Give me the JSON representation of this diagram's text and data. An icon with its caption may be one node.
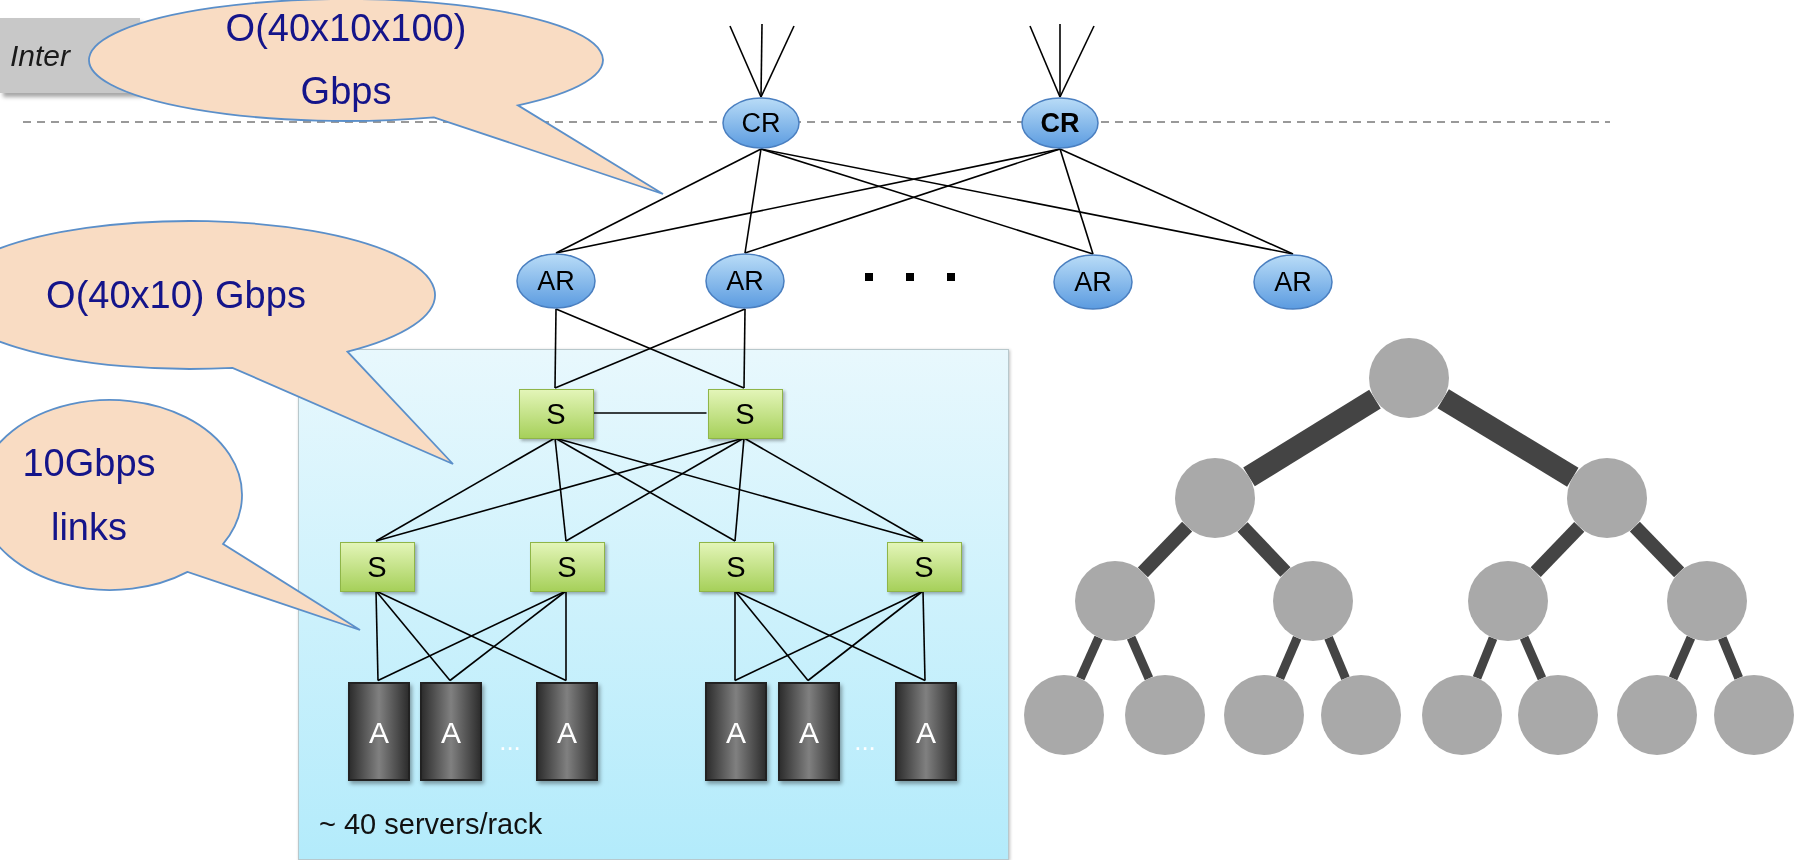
{
  "diagram": {
    "nodes": [
      {
        "text": [
          "Inter"
        ]
      },
      {
        "text": [
          "O(40x10x100) Gbps"
        ]
      },
      {
        "text": [
          "CR"
        ]
      },
      {
        "text": [
          "CR"
        ]
      },
      {
        "text": [
          "O(40x10) Gbps"
        ]
      },
      {
        "text": [
          "AR"
        ]
      },
      {
        "text": [
          "AR"
        ]
      },
      {
        "text": [
          "AR"
        ]
      },
      {
        "text": [
          "AR"
        ]
      },
      {
        "text": [
          "~ 40 servers/rack"
        ]
      },
      {
        "text": [
          "S"
        ],
        "in": 9
      },
      {
        "text": [
          "S"
        ],
        "in": 9
      },
      {
        "text": [
          "10Gbps links"
        ]
      },
      {
        "text": [
          "S"
        ],
        "in": 9
      },
      {
        "text": [
          "S"
        ],
        "in": 9
      },
      {
        "text": [
          "S"
        ],
        "in": 9
      },
      {
        "text": [
          "S"
        ],
        "in": 9
      },
      {
        "text": [
          "A"
        ],
        "in": 9
      },
      {
        "text": [
          "A"
        ],
        "in": 9
      },
      {
        "text": [
          "A"
        ],
        "in": 9
      },
      {
        "text": [
          "A"
        ],
        "in": 9
      },
      {
        "text": [
          "A"
        ],
        "in": 9
      },
      {
        "text": [
          "A"
        ],
        "in": 9
      },
      {
        "text": [],
        "shape": "circle"
      },
      {
        "text": [],
        "shape": "circle"
      },
      {
        "text": [],
        "shape": "circle"
      },
      {
        "text": [],
        "shape": "circle"
      },
      {
        "text": [],
        "shape": "circle"
      },
      {
        "text": [],
        "shape": "circle"
      },
      {
        "text": [],
        "shape": "circle"
      },
      {
        "text": [],
        "shape": "circle"
      },
      {
        "text": [],
        "shape": "circle"
      },
      {
        "text": [],
        "shape": "circle"
      },
      {
        "text": [],
        "shape": "circle"
      },
      {
        "text": [],
        "shape": "circle"
      },
      {
        "text": [],
        "shape": "circle"
      },
      {
        "text": [],
        "shape": "circle"
      },
      {
        "text": [],
        "shape": "circle"
      }
    ],
    "edges": [
      {
        "from": null,
        "to": 2,
        "arrow": "none"
      },
      {
        "from": null,
        "to": 2,
        "arrow": "none"
      },
      {
        "from": null,
        "to": 2,
        "arrow": "none"
      },
      {
        "from": null,
        "to": 3,
        "arrow": "none"
      },
      {
        "from": null,
        "to": 3,
        "arrow": "none"
      },
      {
        "from": null,
        "to": 3,
        "arrow": "none"
      },
      {
        "from": 2,
        "to": 5,
        "arrow": "none"
      },
      {
        "from": 2,
        "to": 6,
        "arrow": "none"
      },
      {
        "from": 2,
        "to": 7,
        "arrow": "none"
      },
      {
        "from": 2,
        "to": 8,
        "arrow": "none"
      },
      {
        "from": 3,
        "to": 5,
        "arrow": "none"
      },
      {
        "from": 3,
        "to": 6,
        "arrow": "none"
      },
      {
        "from": 3,
        "to": 7,
        "arrow": "none"
      },
      {
        "from": 3,
        "to": 8,
        "arrow": "none"
      },
      {
        "from": 5,
        "to": 10,
        "arrow": "none"
      },
      {
        "from": 5,
        "to": 11,
        "arrow": "none"
      },
      {
        "from": 6,
        "to": 10,
        "arrow": "none"
      },
      {
        "from": 6,
        "to": 11,
        "arrow": "none"
      },
      {
        "from": 10,
        "to": 11,
        "arrow": "none"
      },
      {
        "from": 10,
        "to": 13,
        "arrow": "none"
      },
      {
        "from": 10,
        "to": 14,
        "arrow": "none"
      },
      {
        "from": 10,
        "to": 15,
        "arrow": "none"
      },
      {
        "from": 10,
        "to": 16,
        "arrow": "none"
      },
      {
        "from": 11,
        "to": 13,
        "arrow": "none"
      },
      {
        "from": 11,
        "to": 14,
        "arrow": "none"
      },
      {
        "from": 11,
        "to": 15,
        "arrow": "none"
      },
      {
        "from": 11,
        "to": 16,
        "arrow": "none"
      },
      {
        "from": 13,
        "to": 17,
        "arrow": "none"
      },
      {
        "from": 13,
        "to": 18,
        "arrow": "none"
      },
      {
        "from": 13,
        "to": 19,
        "arrow": "none"
      },
      {
        "from": 14,
        "to": 17,
        "arrow": "none"
      },
      {
        "from": 14,
        "to": 18,
        "arrow": "none"
      },
      {
        "from": 14,
        "to": 19,
        "arrow": "none"
      },
      {
        "from": 15,
        "to": 20,
        "arrow": "none"
      },
      {
        "from": 15,
        "to": 21,
        "arrow": "none"
      },
      {
        "from": 15,
        "to": 22,
        "arrow": "none"
      },
      {
        "from": 16,
        "to": 20,
        "arrow": "none"
      },
      {
        "from": 16,
        "to": 21,
        "arrow": "none"
      },
      {
        "from": 16,
        "to": 22,
        "arrow": "none"
      },
      {
        "from": 23,
        "to": 24,
        "arrow": "none",
        "style": "thick",
        "color": "#444444"
      },
      {
        "from": 23,
        "to": 25,
        "arrow": "none",
        "style": "thick",
        "color": "#444444"
      },
      {
        "from": 24,
        "to": 26,
        "arrow": "none",
        "style": "thick",
        "color": "#444444"
      },
      {
        "from": 24,
        "to": 27,
        "arrow": "none",
        "style": "thick",
        "color": "#444444"
      },
      {
        "from": 25,
        "to": 28,
        "arrow": "none",
        "style": "thick",
        "color": "#444444"
      },
      {
        "from": 25,
        "to": 29,
        "arrow": "none",
        "style": "thick",
        "color": "#444444"
      },
      {
        "from": 26,
        "to": 30,
        "arrow": "none",
        "style": "thick",
        "color": "#444444"
      },
      {
        "from": 26,
        "to": 31,
        "arrow": "none",
        "style": "thick",
        "color": "#444444"
      },
      {
        "from": 27,
        "to": 32,
        "arrow": "none",
        "style": "thick",
        "color": "#444444"
      },
      {
        "from": 27,
        "to": 33,
        "arrow": "none",
        "style": "thick",
        "color": "#444444"
      },
      {
        "from": 28,
        "to": 34,
        "arrow": "none",
        "style": "thick",
        "color": "#444444"
      },
      {
        "from": 28,
        "to": 35,
        "arrow": "none",
        "style": "thick",
        "color": "#444444"
      },
      {
        "from": 29,
        "to": 36,
        "arrow": "none",
        "style": "thick",
        "color": "#444444"
      },
      {
        "from": 29,
        "to": 37,
        "arrow": "none",
        "style": "thick",
        "color": "#444444"
      }
    ],
    "labels": [
      "...",
      "..."
    ]
  }
}
